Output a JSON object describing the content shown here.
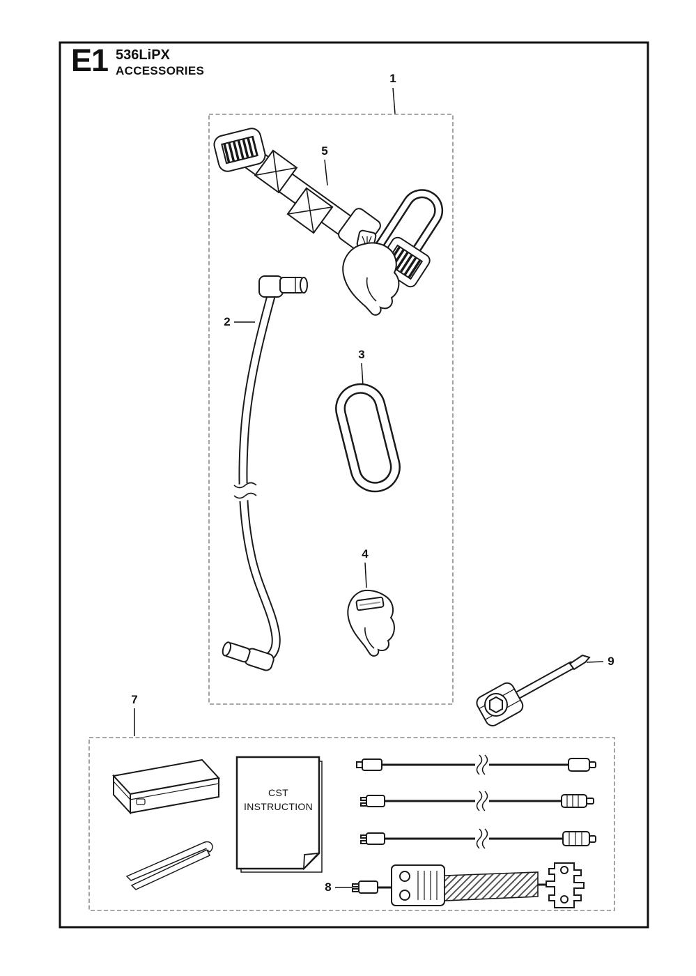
{
  "header": {
    "section_code": "E1",
    "model": "536LiPX",
    "section_title": "ACCESSORIES"
  },
  "callouts": {
    "n1": "1",
    "n2": "2",
    "n3": "3",
    "n4": "4",
    "n5": "5",
    "n7": "7",
    "n8": "8",
    "n9": "9"
  },
  "booklet": {
    "line1": "CST",
    "line2": "INSTRUCTION"
  },
  "colors": {
    "line": "#1a1a1a",
    "dashed_box": "#8c8c8c",
    "background": "#ffffff"
  }
}
